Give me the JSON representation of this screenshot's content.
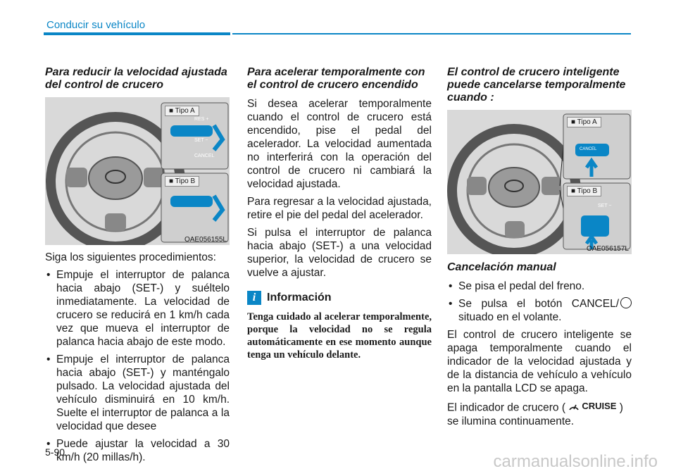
{
  "header": {
    "section": "Conducir su vehículo"
  },
  "page_number": "5-90",
  "watermark": "carmanualsonline.info",
  "col1": {
    "heading": "Para reducir la velocidad ajustada del control de crucero",
    "figure": {
      "tag_a": "■ Tipo A",
      "tag_b": "■ Tipo B",
      "caption": "OAE056155L",
      "btn_res": "RES +",
      "btn_set": "SET −",
      "btn_cancel": "CANCEL"
    },
    "intro": "Siga los siguientes procedimientos:",
    "bullets": [
      "Empuje el interruptor de palanca hacia abajo (SET-) y suéltelo inmediatamente. La velocidad de crucero se reducirá en 1 km/h cada vez que mueva el interruptor de palanca hacia abajo de este modo.",
      "Empuje el interruptor de palanca hacia abajo (SET-) y manténgalo pulsado. La velocidad ajustada del vehículo disminuirá en 10 km/h. Suelte el interruptor de palanca a la velocidad que desee",
      "Puede ajustar la velocidad a 30 km/h (20 millas/h)."
    ]
  },
  "col2": {
    "heading": "Para acelerar temporalmente con el control de crucero encendido",
    "p1": "Si desea acelerar temporalmente cuando el control de crucero está encendido, pise el pedal del acelerador. La velocidad aumentada no interferirá con la operación del control de crucero ni cambiará la velocidad ajustada.",
    "p2": "Para regresar a la velocidad ajustada, retire el pie del pedal del acelerador.",
    "p3": "Si pulsa el interruptor de palanca hacia abajo (SET-) a una velocidad superior, la velocidad de crucero se vuelve a ajustar.",
    "info_icon": "i",
    "info_title": "Información",
    "info_text": "Tenga cuidado al acelerar temporalmente, porque la velocidad no se regula automáticamente en ese momento aunque tenga un vehículo delante."
  },
  "col3": {
    "heading": "El control de crucero inteligente puede cancelarse temporalmente cuando :",
    "figure": {
      "tag_a": "■ Tipo A",
      "tag_b": "■ Tipo B",
      "caption": "OAE056157L",
      "btn_cancel": "CANCEL",
      "btn_set": "SET −"
    },
    "subheading": "Cancelación manual",
    "bullet1": "Se pisa el pedal del freno.",
    "bullet2_a": "Se pulsa el botón CANCEL/",
    "bullet2_b": "situado en el volante.",
    "p1": "El control de crucero inteligente se apaga temporalmente cuando el indicador de la velocidad ajustada y de la distancia de vehículo a vehículo en la pantalla LCD se apaga.",
    "p2_a": "El indicador de crucero (",
    "cruise_label": "CRUISE",
    "p2_b": ")",
    "p3": "se ilumina continuamente."
  },
  "colors": {
    "accent": "#0a86c6",
    "figure_bg": "#d9d9d9"
  }
}
